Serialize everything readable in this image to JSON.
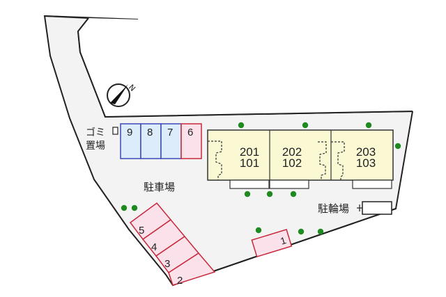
{
  "site_plan": {
    "colors": {
      "ground": "#f3f3f3",
      "outline": "#222222",
      "building_fill": "#fbf8d4",
      "blue_slot_fill": "#dcecfb",
      "blue_slot_stroke": "#3b48b8",
      "red_slot_fill": "#fbe1ea",
      "red_slot_stroke": "#c8283c",
      "tree": "#1f8a1f"
    },
    "compass": {
      "label": "N"
    },
    "labels": {
      "garbage": "ゴミ置場",
      "garbage_line1": "ゴミ",
      "garbage_line2": "置場",
      "parking": "駐車場",
      "bicycle_parking": "駐輪場"
    },
    "parking_top": [
      {
        "label": "9",
        "type": "blue"
      },
      {
        "label": "8",
        "type": "blue"
      },
      {
        "label": "7",
        "type": "blue"
      },
      {
        "label": "6",
        "type": "red"
      }
    ],
    "parking_diagonal": [
      {
        "label": "5"
      },
      {
        "label": "4"
      },
      {
        "label": "3"
      },
      {
        "label": "2"
      }
    ],
    "parking_single": {
      "label": "1"
    },
    "units": [
      {
        "upper": "201",
        "lower": "101"
      },
      {
        "upper": "202",
        "lower": "102"
      },
      {
        "upper": "203",
        "lower": "103"
      }
    ]
  }
}
